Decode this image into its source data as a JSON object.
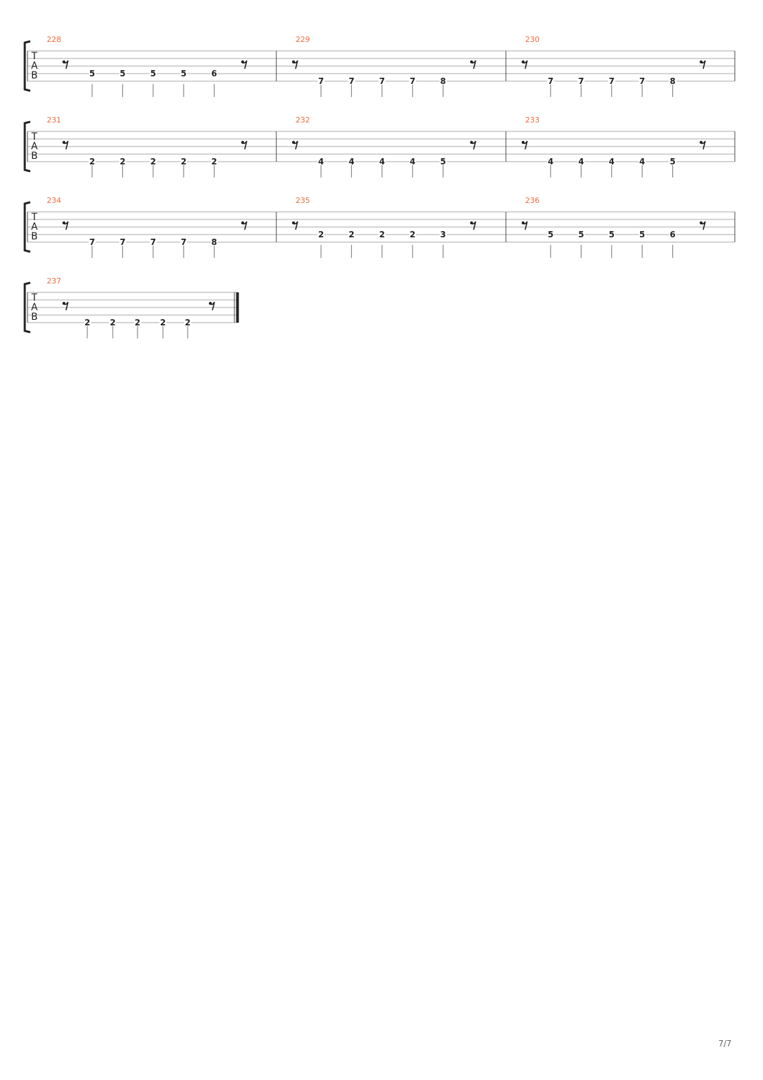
{
  "clef_letters": [
    "T",
    "A",
    "B"
  ],
  "systems": [
    {
      "measures": [
        {
          "number": "228",
          "notes": [
            {
              "fret": "5",
              "string": 4
            },
            {
              "fret": "5",
              "string": 4
            },
            {
              "fret": "5",
              "string": 4
            },
            {
              "fret": "5",
              "string": 4
            },
            {
              "fret": "6",
              "string": 4
            }
          ]
        },
        {
          "number": "229",
          "notes": [
            {
              "fret": "7",
              "string": 5
            },
            {
              "fret": "7",
              "string": 5
            },
            {
              "fret": "7",
              "string": 5
            },
            {
              "fret": "7",
              "string": 5
            },
            {
              "fret": "8",
              "string": 5
            }
          ]
        },
        {
          "number": "230",
          "notes": [
            {
              "fret": "7",
              "string": 5
            },
            {
              "fret": "7",
              "string": 5
            },
            {
              "fret": "7",
              "string": 5
            },
            {
              "fret": "7",
              "string": 5
            },
            {
              "fret": "8",
              "string": 5
            }
          ]
        }
      ]
    },
    {
      "measures": [
        {
          "number": "231",
          "notes": [
            {
              "fret": "2",
              "string": 5
            },
            {
              "fret": "2",
              "string": 5
            },
            {
              "fret": "2",
              "string": 5
            },
            {
              "fret": "2",
              "string": 5
            },
            {
              "fret": "2",
              "string": 5
            }
          ]
        },
        {
          "number": "232",
          "notes": [
            {
              "fret": "4",
              "string": 5
            },
            {
              "fret": "4",
              "string": 5
            },
            {
              "fret": "4",
              "string": 5
            },
            {
              "fret": "4",
              "string": 5
            },
            {
              "fret": "5",
              "string": 5
            }
          ]
        },
        {
          "number": "233",
          "notes": [
            {
              "fret": "4",
              "string": 5
            },
            {
              "fret": "4",
              "string": 5
            },
            {
              "fret": "4",
              "string": 5
            },
            {
              "fret": "4",
              "string": 5
            },
            {
              "fret": "5",
              "string": 5
            }
          ]
        }
      ]
    },
    {
      "measures": [
        {
          "number": "234",
          "notes": [
            {
              "fret": "7",
              "string": 5
            },
            {
              "fret": "7",
              "string": 5
            },
            {
              "fret": "7",
              "string": 5
            },
            {
              "fret": "7",
              "string": 5
            },
            {
              "fret": "8",
              "string": 5
            }
          ]
        },
        {
          "number": "235",
          "notes": [
            {
              "fret": "2",
              "string": 4
            },
            {
              "fret": "2",
              "string": 4
            },
            {
              "fret": "2",
              "string": 4
            },
            {
              "fret": "2",
              "string": 4
            },
            {
              "fret": "3",
              "string": 4
            }
          ]
        },
        {
          "number": "236",
          "notes": [
            {
              "fret": "5",
              "string": 4
            },
            {
              "fret": "5",
              "string": 4
            },
            {
              "fret": "5",
              "string": 4
            },
            {
              "fret": "5",
              "string": 4
            },
            {
              "fret": "6",
              "string": 4
            }
          ]
        }
      ]
    },
    {
      "final": true,
      "measures": [
        {
          "number": "237",
          "notes": [
            {
              "fret": "2",
              "string": 5
            },
            {
              "fret": "2",
              "string": 5
            },
            {
              "fret": "2",
              "string": 5
            },
            {
              "fret": "2",
              "string": 5
            },
            {
              "fret": "2",
              "string": 5
            }
          ]
        }
      ]
    }
  ],
  "page_number": "7/7"
}
